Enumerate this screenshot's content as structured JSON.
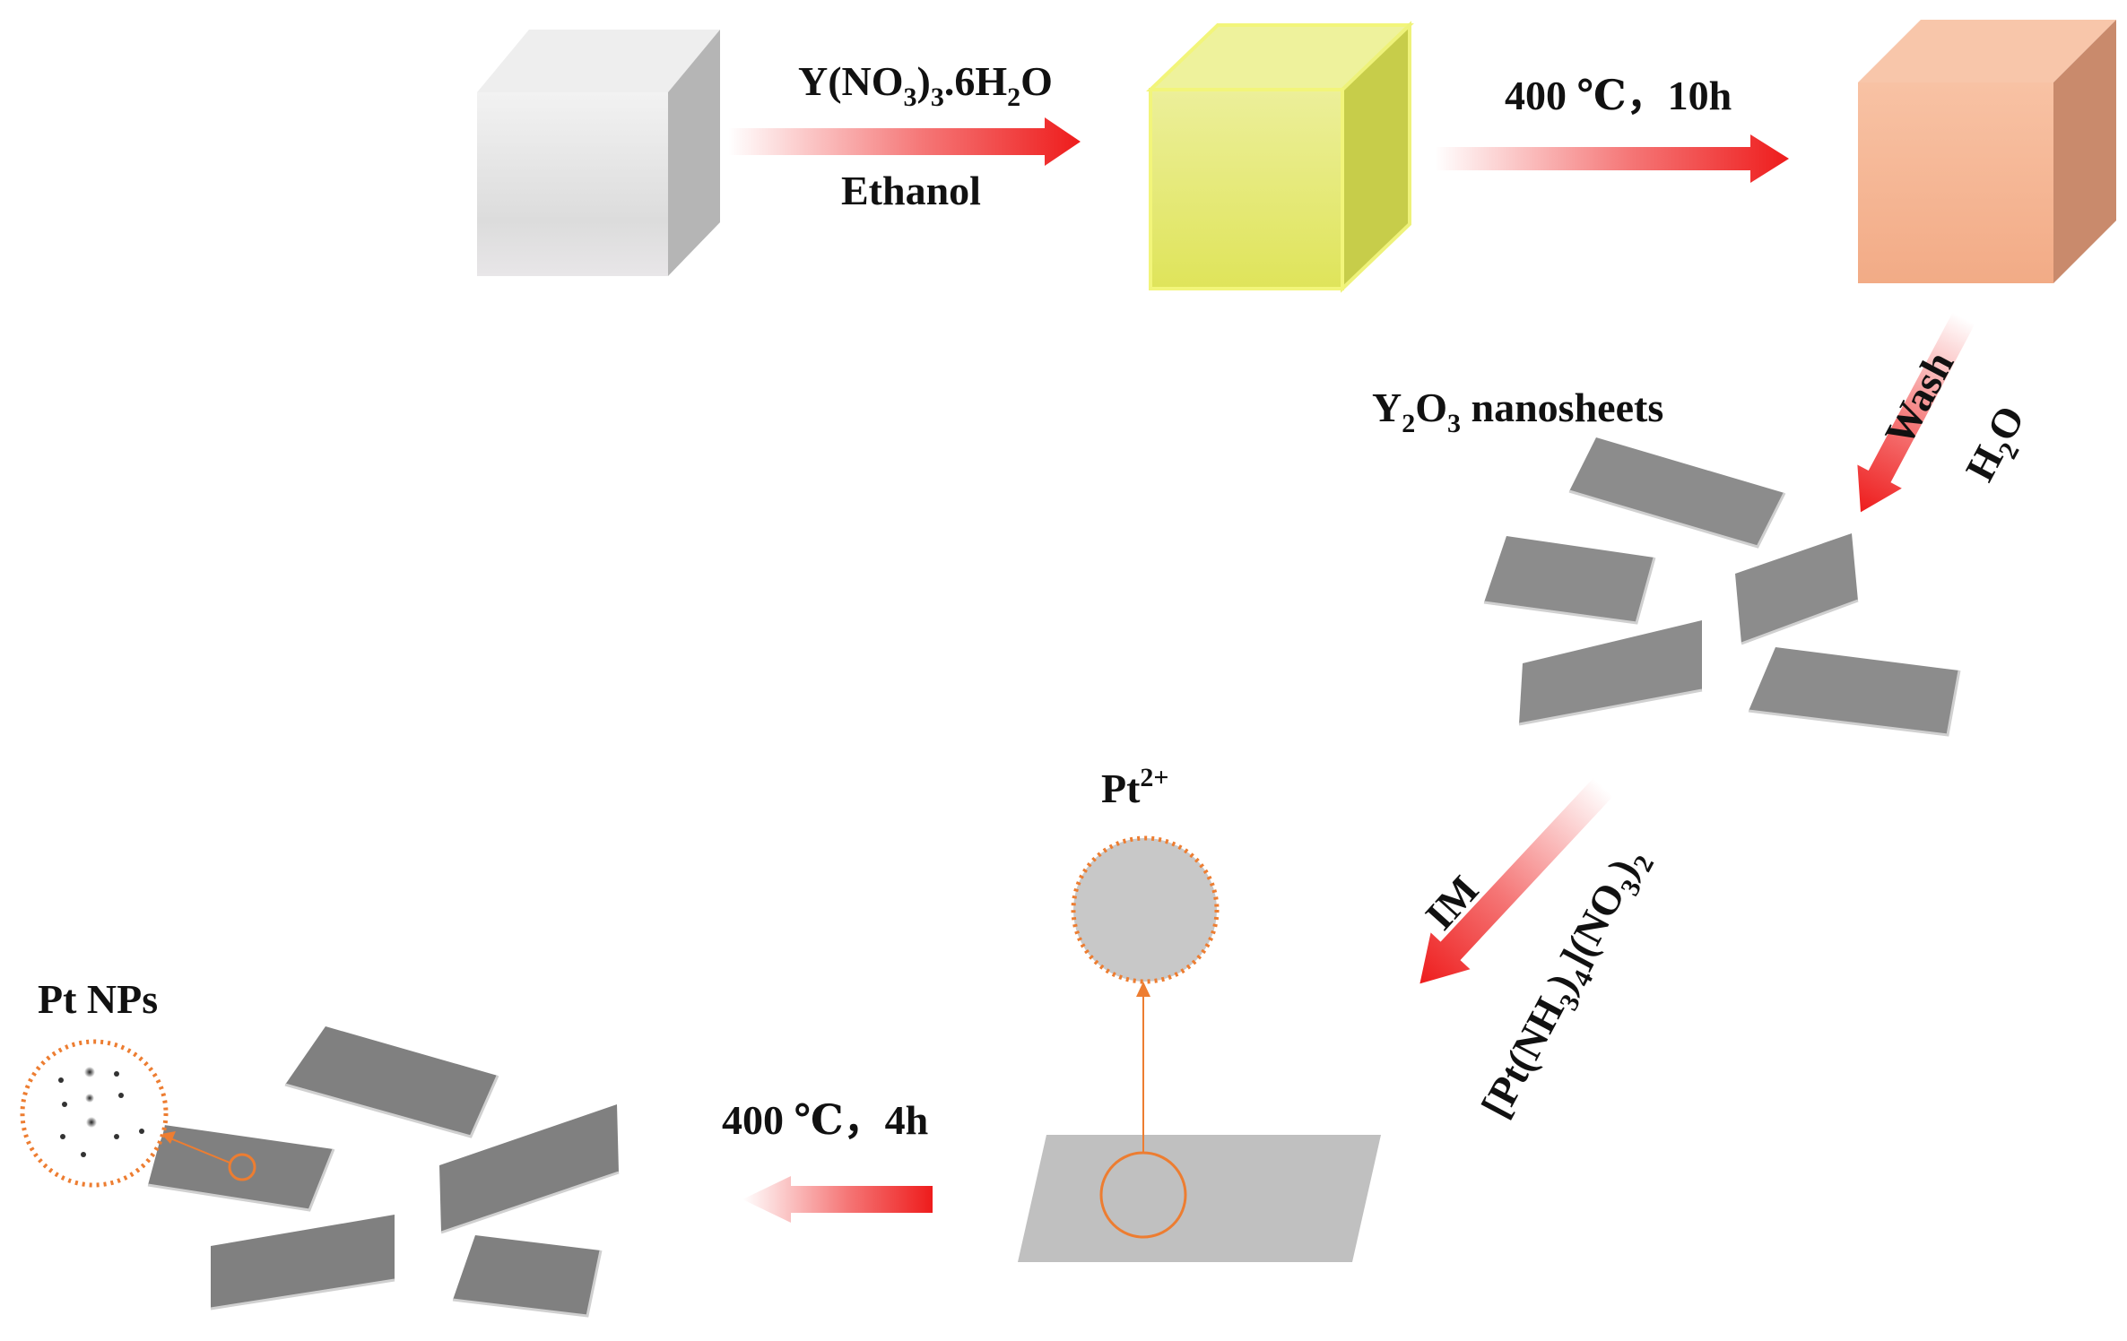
{
  "labels": {
    "step1_reagent_main": "Y(NO",
    "step1_reagent_sub1": "3",
    "step1_reagent_mid": ")",
    "step1_reagent_sub2": "3",
    "step1_reagent_tail": ".6H",
    "step1_reagent_sub3": "2",
    "step1_reagent_end": "O",
    "step1_solvent": "Ethanol",
    "step2_condition": "400 ℃，10h",
    "wash": "Wash",
    "water_h": "H",
    "water_sub": "2",
    "water_o": "O",
    "nanosheets_y": "Y",
    "nanosheets_sub1": "2",
    "nanosheets_o": "O",
    "nanosheets_sub2": "3",
    "nanosheets_text": " nanosheets",
    "im": "IM",
    "pt_precursor_a": "[Pt(NH",
    "pt_precursor_sub1": "3",
    "pt_precursor_b": ")",
    "pt_precursor_sub2": "4",
    "pt_precursor_c": "](NO",
    "pt_precursor_sub3": "3",
    "pt_precursor_d": ")",
    "pt_precursor_sub4": "2",
    "pt_ion": "Pt",
    "pt_ion_sup": "2+",
    "step4_condition": "400 ℃，4h",
    "pt_nps": "Pt NPs"
  },
  "colors": {
    "arrow": "#ee1c1c",
    "cube_white": "#d9d9d9",
    "cube_yellow": "#e4ec6a",
    "cube_peach": "#f4b08e",
    "sheet": "#8c8c8c",
    "sheet_light": "#bfbfbf",
    "orange": "#ed7d31"
  }
}
